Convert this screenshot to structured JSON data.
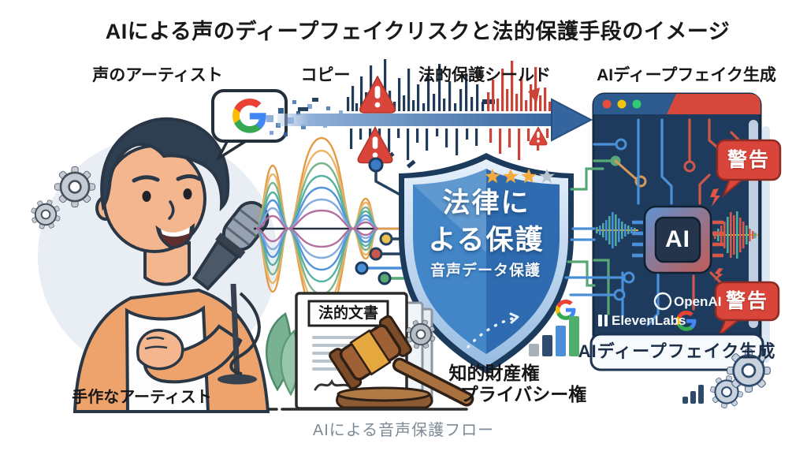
{
  "title": "AIによる声のディープフェイクリスクと法的保護手段のイメージ",
  "labels": {
    "voice_artist": "声のアーティスト",
    "copy": "コピー",
    "legal_shield": "法的保護シールド",
    "ai_deepfake": "AIディープフェイク生成",
    "handmade_artist": "手作なアーティスト"
  },
  "shield": {
    "title_line1": "法律に",
    "title_line2": "よる保護",
    "subtitle": "音声データ保護",
    "gold_stars": 3,
    "gray_stars": 1
  },
  "warning_badge": "警告",
  "panel": {
    "chip_label": "AI",
    "openai_label": "OpenAI",
    "elevenlabs_label": "ElevenLabs",
    "footer_label": "AIディープフェイク生成"
  },
  "legal_doc": {
    "label": "法的文書"
  },
  "rights": {
    "line1": "知的財産権",
    "line2": "プライバシー権"
  },
  "caption": "AIによる音声保護フロー",
  "colors": {
    "shield_blue": "#4286c8",
    "shield_blue_dark": "#2e6bb0",
    "warning_red": "#d9453a",
    "panel_navy": "#1e3b5e",
    "arrow_blue": "#3c6ca3",
    "accent_gold": "#f3ab3d",
    "google_blue": "#4285F4",
    "google_red": "#EA4335",
    "google_yellow": "#FBBC05",
    "google_green": "#34A853"
  }
}
